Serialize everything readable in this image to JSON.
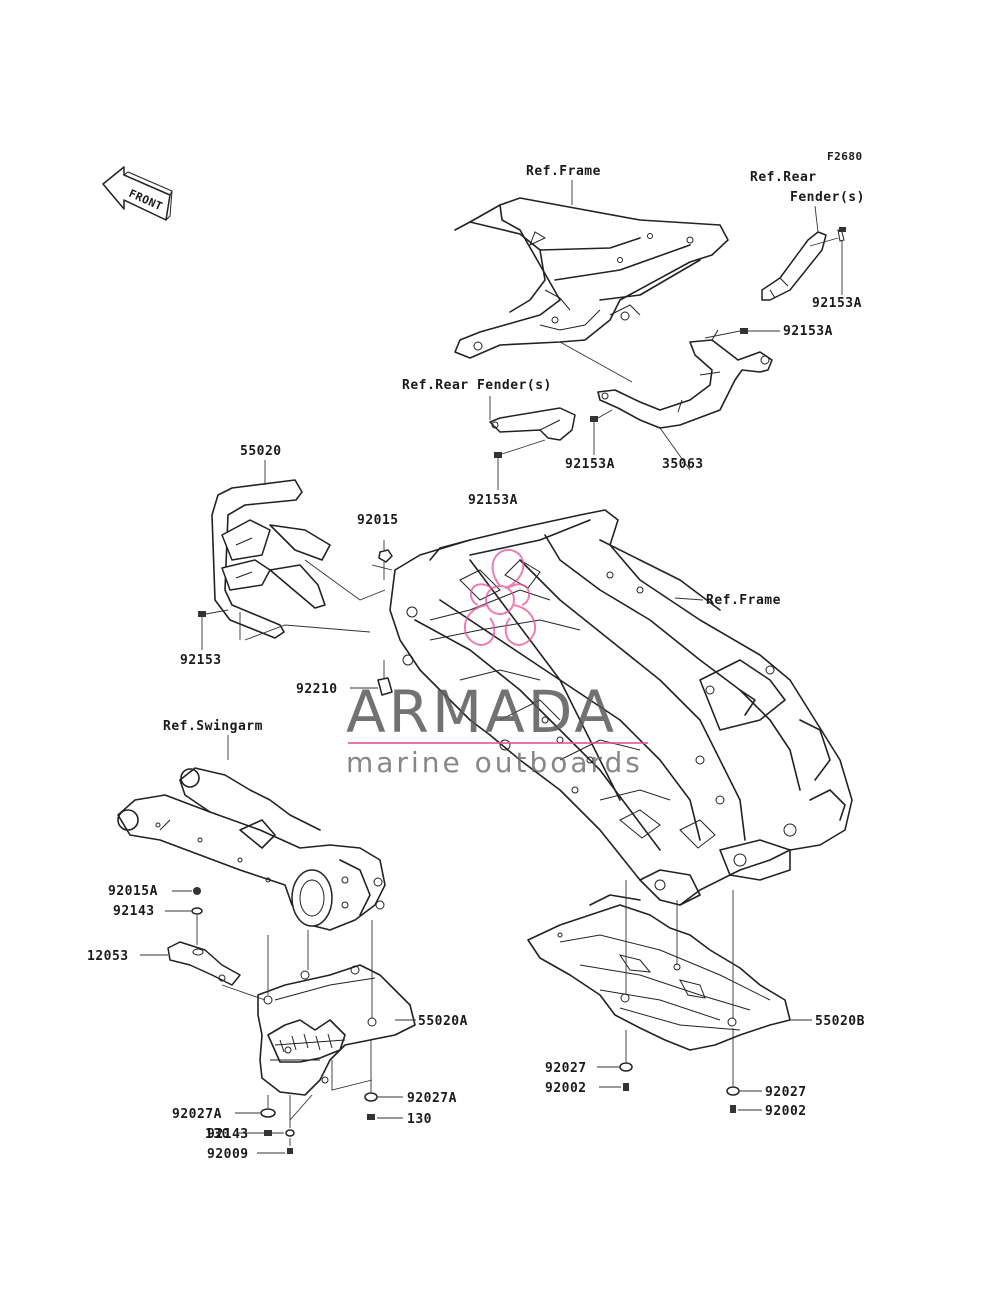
{
  "diagram_code": "F2680",
  "front_label": "FRONT",
  "refs": {
    "frame_top": "Ref.Frame",
    "rear_fender_right_line1": "Ref.Rear",
    "rear_fender_right_line2": "Fender(s)",
    "rear_fender_left": "Ref.Rear Fender(s)",
    "frame_main": "Ref.Frame",
    "swingarm": "Ref.Swingarm"
  },
  "part_numbers": {
    "p92153A_1": "92153A",
    "p92153A_2": "92153A",
    "p92153A_3": "92153A",
    "p92153A_4": "92153A",
    "p35063": "35063",
    "p55020": "55020",
    "p92015": "92015",
    "p92153": "92153",
    "p92210": "92210",
    "p92015A": "92015A",
    "p92143_1": "92143",
    "p12053": "12053",
    "p55020A": "55020A",
    "p92027A_1": "92027A",
    "p130_1": "130",
    "p92143_2": "92143",
    "p92009": "92009",
    "p92027A_2": "92027A",
    "p130_2": "130",
    "p92027_1": "92027",
    "p92002_1": "92002",
    "p55020B": "55020B",
    "p92027_2": "92027",
    "p92002_2": "92002"
  },
  "watermark": {
    "title": "ARMADA",
    "subtitle": "marine outboards",
    "accent_color": "#e3549b"
  }
}
